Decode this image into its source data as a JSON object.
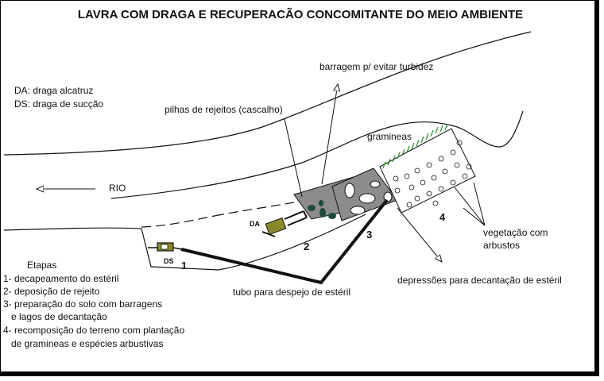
{
  "title": "LAVRA COM DRAGA E RECUPERACÃO CONCOMITANTE DO MEIO AMBIENTE",
  "legend": {
    "da": "DA: draga alcatruz",
    "ds": "DS: draga de sucção"
  },
  "labels": {
    "barragem": "barragem p/ evitar turbidez",
    "pilhas": "pilhas de rejeitos (cascalho)",
    "gramineas": "gramineas",
    "rio": "RIO",
    "vegetacao_1": "vegetação com",
    "vegetacao_2": "arbustos",
    "depressoes": "depressões para decantação de estéril",
    "tubo": "tubo para despejo de estéril",
    "da_tag": "DA",
    "ds_tag": "DS"
  },
  "stage_numbers": [
    "1",
    "2",
    "3",
    "4"
  ],
  "etapas": {
    "heading": "Etapas",
    "lines": [
      "1- decapeamento do estéril",
      "2- deposição de rejeito",
      "3- preparação do solo com barragens",
      "   e lagos de decantação",
      "4- recomposição do terreno com plantação",
      "   de gramineas e espécies arbustivas"
    ]
  },
  "colors": {
    "tailings": "#8c8c8c",
    "dredge": "#8a8a2a",
    "rock": "#1e4a3a",
    "grass": "#2e8b2e"
  }
}
